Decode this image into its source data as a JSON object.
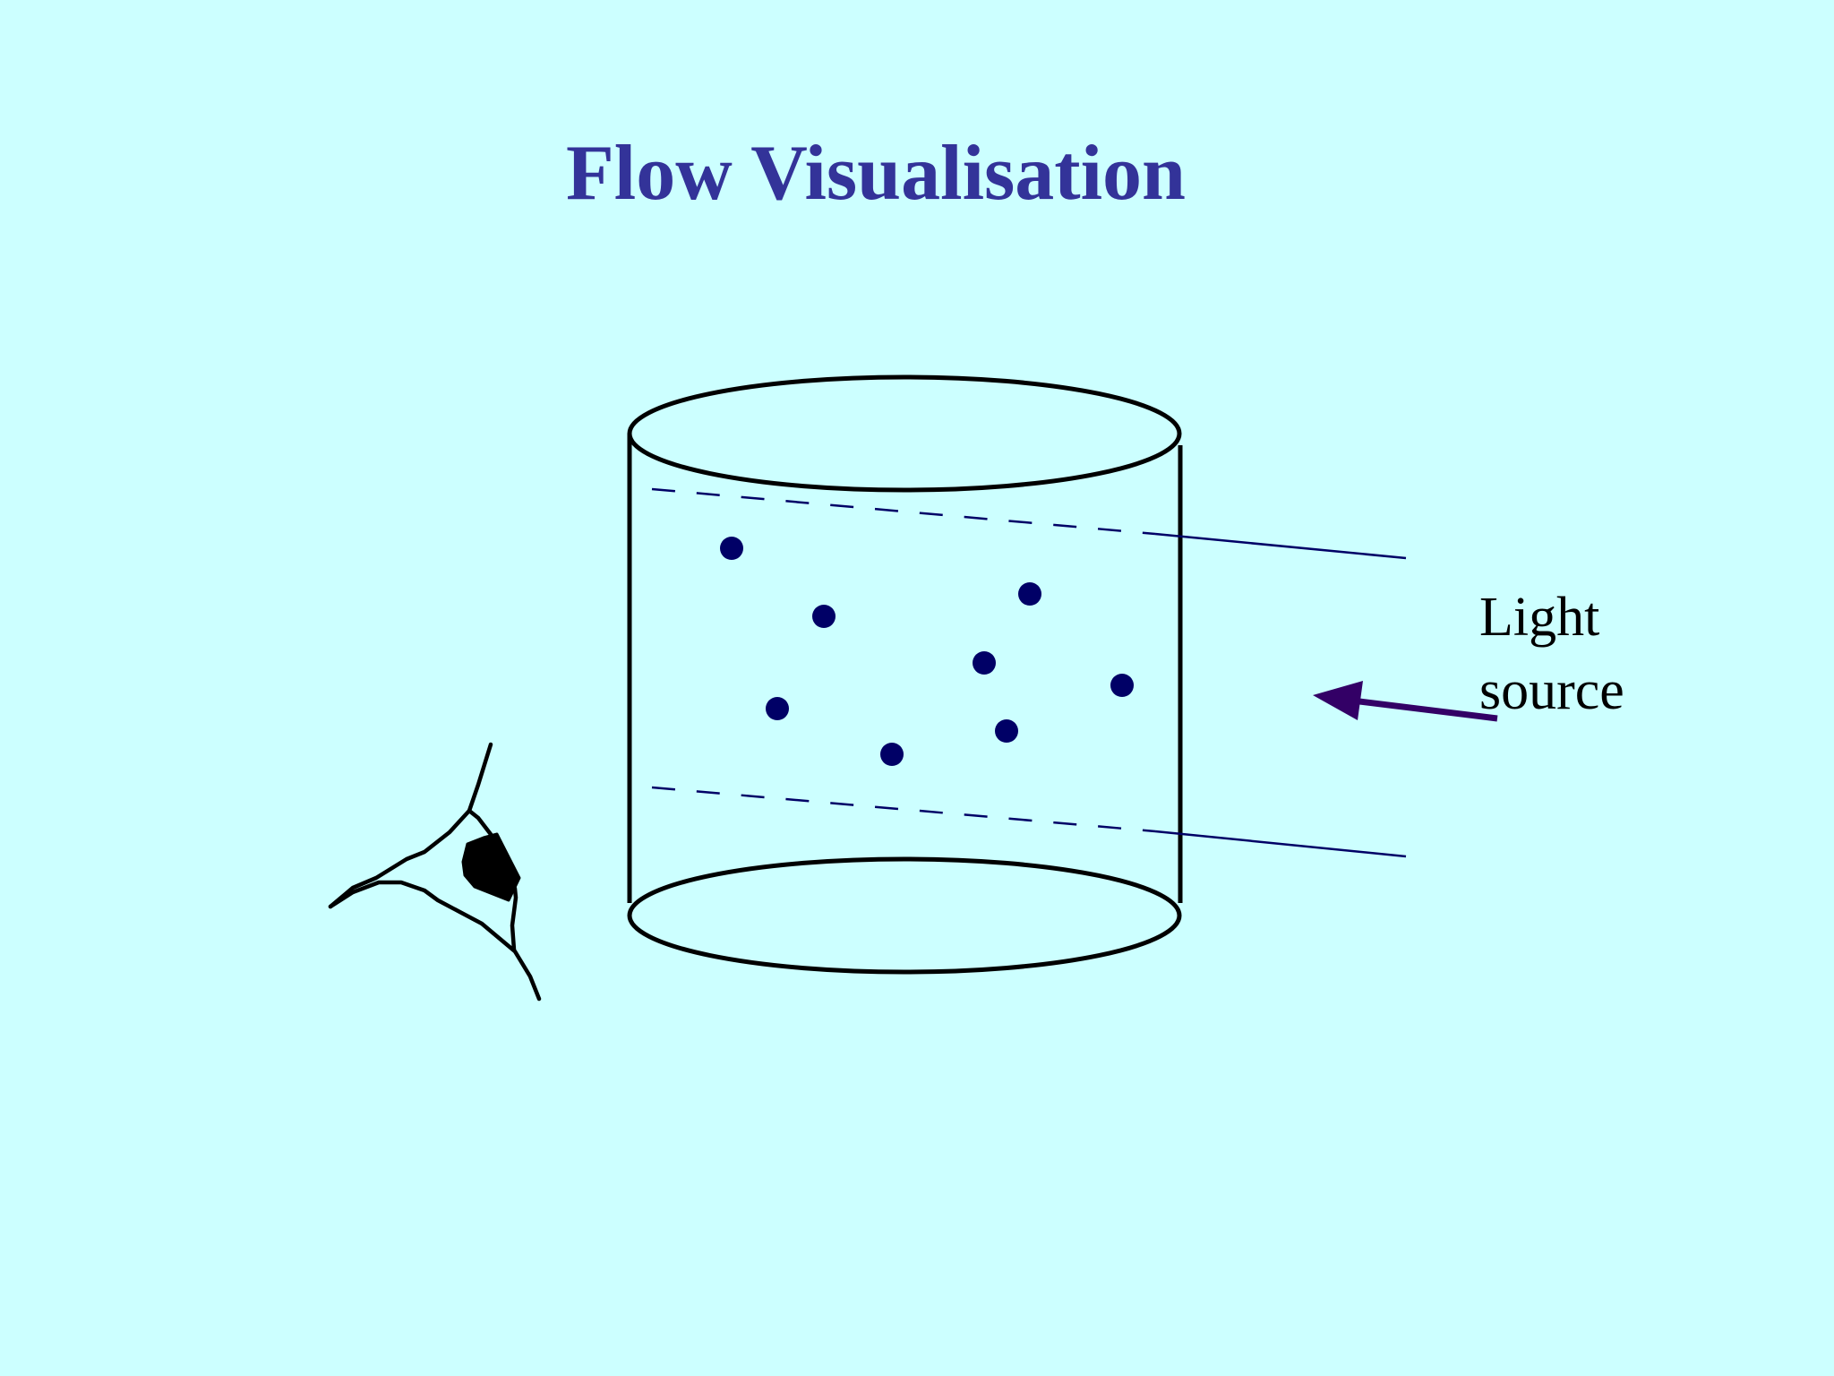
{
  "slide": {
    "title": "Flow Visualisation",
    "background_color": "#ccffff",
    "title_color": "#333399"
  },
  "diagram": {
    "light_label": {
      "line1": "Light",
      "line2": "source"
    },
    "particle_color": "#000066",
    "arrow_color": "#330066",
    "particle_count": 8,
    "icons": {
      "eye": "eye-icon",
      "cylinder": "cylinder-tank",
      "arrow": "arrow-left-icon"
    }
  }
}
